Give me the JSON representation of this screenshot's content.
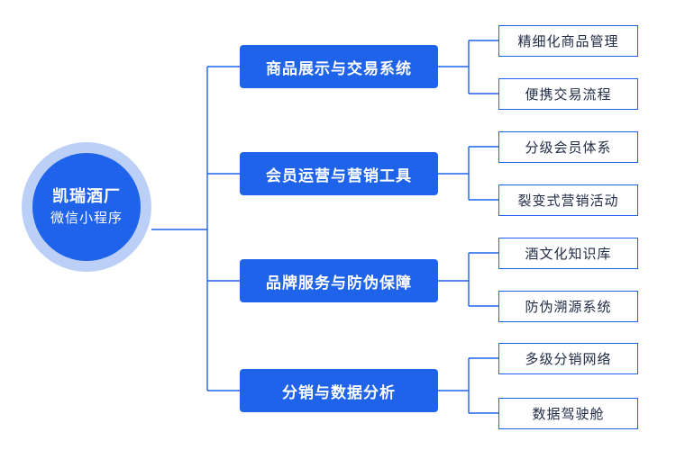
{
  "colors": {
    "primary": "#1e63ea",
    "ring": "#bcd0f7",
    "line": "#1e63ea",
    "leaf_text": "#1f2a44"
  },
  "root": {
    "title": "凯瑞酒厂",
    "subtitle": "微信小程序"
  },
  "branches": [
    {
      "label": "商品展示与交易系统",
      "leaves": [
        "精细化商品管理",
        "便携交易流程"
      ]
    },
    {
      "label": "会员运营与营销工具",
      "leaves": [
        "分级会员体系",
        "裂变式营销活动"
      ]
    },
    {
      "label": "品牌服务与防伪保障",
      "leaves": [
        "酒文化知识库",
        "防伪溯源系统"
      ]
    },
    {
      "label": "分销与数据分析",
      "leaves": [
        "多级分销网络",
        "数据驾驶舱"
      ]
    }
  ]
}
